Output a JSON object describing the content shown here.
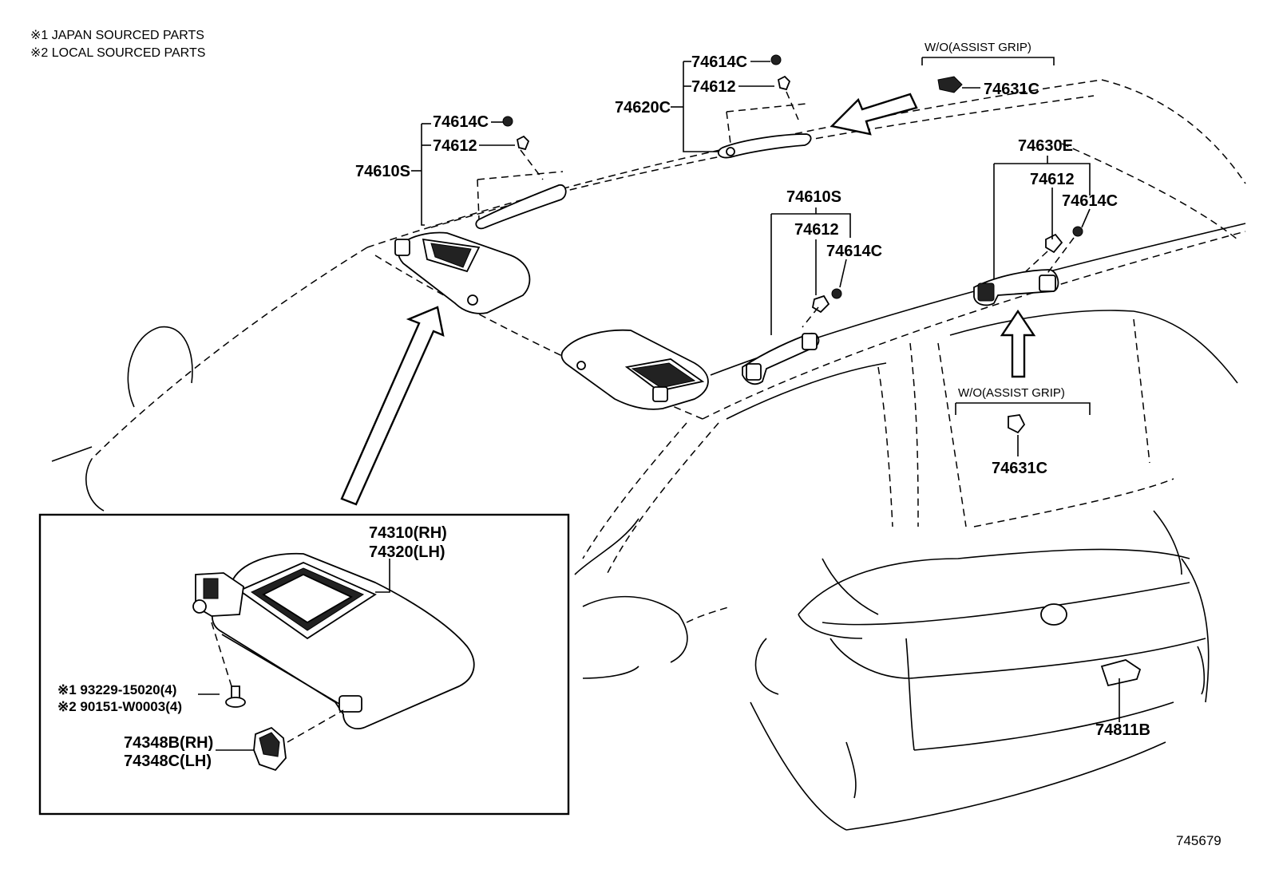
{
  "notes": {
    "line1": "※1 JAPAN SOURCED PARTS",
    "line2": "※2 LOCAL SOURCED PARTS"
  },
  "groups": {
    "wo_assist_grip_top": "W/O(ASSIST GRIP)",
    "wo_assist_grip_rear": "W/O(ASSIST GRIP)"
  },
  "labels": {
    "p74614C_a": "74614C",
    "p74612_a": "74612",
    "p74610S_a": "74610S",
    "p74614C_b": "74614C",
    "p74612_b": "74612",
    "p74620C": "74620C",
    "p74631C_a": "74631C",
    "p74630E": "74630E",
    "p74612_c": "74612",
    "p74614C_c": "74614C",
    "p74610S_b": "74610S",
    "p74612_d": "74612",
    "p74614C_d": "74614C",
    "p74631C_b": "74631C",
    "p74811B": "74811B"
  },
  "inset": {
    "visor_rh": "74310(RH)",
    "visor_lh": "74320(LH)",
    "screw_1": "※1 93229-15020(4)",
    "screw_2": "※2 90151-W0003(4)",
    "holder_rh": "74348B(RH)",
    "holder_lh": "74348C(LH)"
  },
  "diagram_id": "745679"
}
